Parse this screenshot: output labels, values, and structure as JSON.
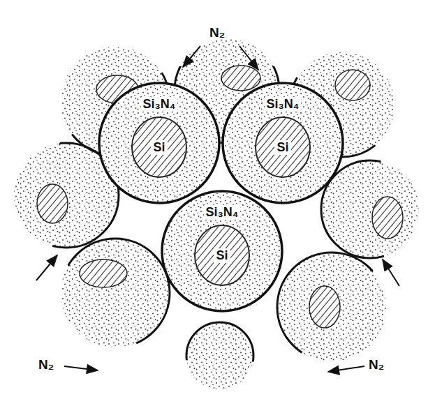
{
  "diagram": {
    "nodes": [
      {
        "text": [
          "Si₃N₄"
        ]
      },
      {
        "text": [
          "Si"
        ],
        "in": 0
      },
      {
        "text": [
          "Si₃N₄"
        ]
      },
      {
        "text": [
          "Si"
        ],
        "in": 2
      },
      {
        "text": [
          "Si₃N₄"
        ]
      },
      {
        "text": [
          "Si"
        ],
        "in": 4
      }
    ],
    "labels": [
      "N₂",
      "N₂",
      "N₂"
    ]
  }
}
